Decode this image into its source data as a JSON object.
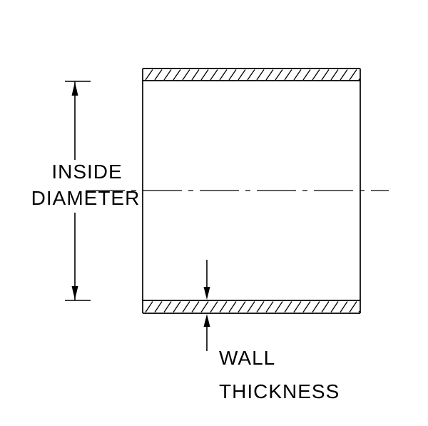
{
  "colors": {
    "line": "#000000",
    "background": "#ffffff"
  },
  "labels": {
    "inside_line1": "INSIDE",
    "inside_line2": "DIAMETER",
    "wall_line1": "WALL",
    "wall_line2": "THICKNESS"
  }
}
